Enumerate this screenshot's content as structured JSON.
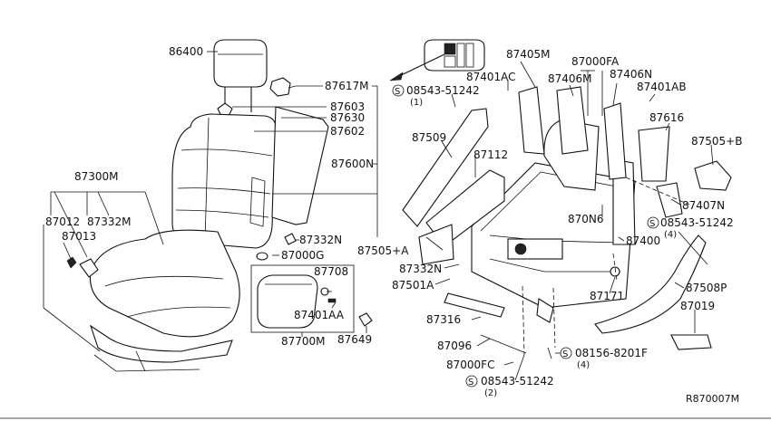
{
  "diagram_code": "R870007M",
  "labels": {
    "l_86400": "86400",
    "l_87617M": "87617M",
    "l_87603": "87603",
    "l_87630": "87630",
    "l_87602": "87602",
    "l_87600N": "87600N",
    "l_87300M": "87300M",
    "l_87012": "87012",
    "l_87332M": "87332M",
    "l_87013": "87013",
    "l_87332N_a": "87332N",
    "l_87000G": "87000G",
    "l_87708": "87708",
    "l_87401AA": "87401AA",
    "l_87700M": "87700M",
    "l_87649": "87649",
    "l_87405M": "87405M",
    "l_87000FA": "87000FA",
    "l_87401AC": "87401AC",
    "l_87406M": "87406M",
    "l_87406N": "87406N",
    "l_87401AB": "87401AB",
    "l_08543_1": "08543-51242",
    "l_08543_1q": "(1)",
    "l_87509": "87509",
    "l_87112": "87112",
    "l_87616": "87616",
    "l_87505B": "87505+B",
    "l_87407N": "87407N",
    "l_87ON6": "870N6",
    "l_08543_4": "08543-51242",
    "l_08543_4q": "(4)",
    "l_87400": "87400",
    "l_87505A": "87505+A",
    "l_87332N_b": "87332N",
    "l_87501A": "87501A",
    "l_87171": "87171",
    "l_87508P": "87508P",
    "l_87019": "87019",
    "l_87316": "87316",
    "l_87096": "87096",
    "l_87000FC": "87000FC",
    "l_08156": "08156-8201F",
    "l_08156q": "(4)",
    "l_08543_2": "08543-51242",
    "l_08543_2q": "(2)",
    "screw_symbol": "S"
  }
}
